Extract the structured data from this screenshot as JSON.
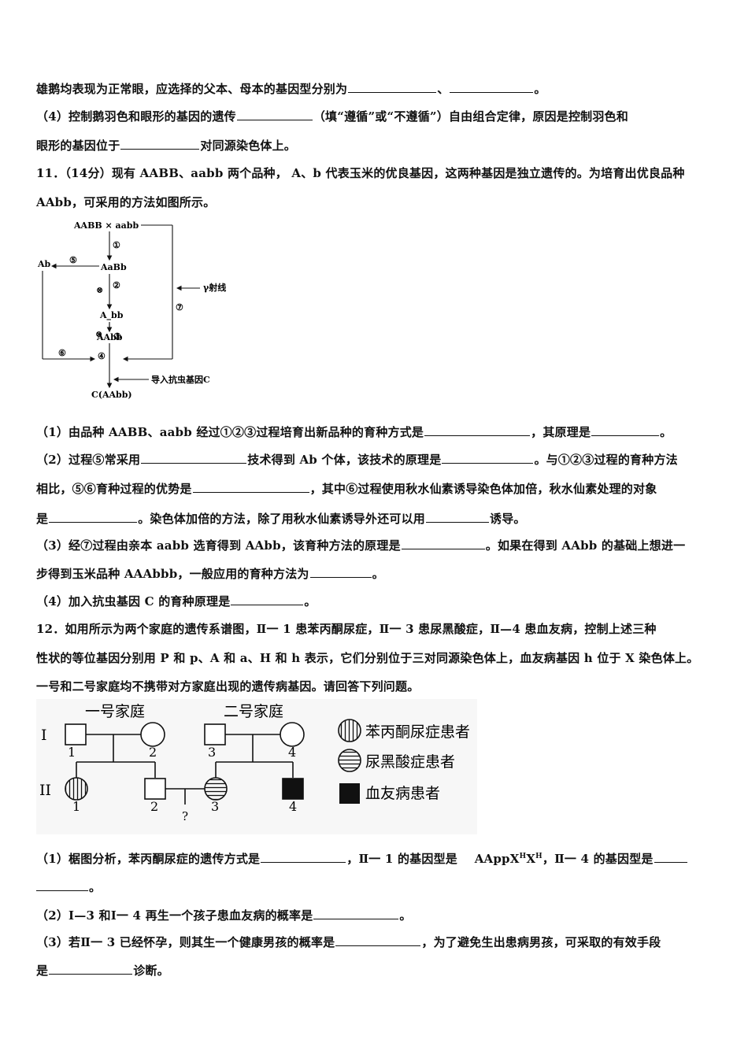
{
  "q10": {
    "l1a": "雄鹅均表现为正常眼，应选择的父本、母本的基因型分别为",
    "l1b": "、",
    "l1c": "。",
    "l2a": "（4）控制鹅羽色和眼形的基因的遗传",
    "l2b": "（填“遵循”或“不遵循”）自由组合定律，原因是控制羽色和",
    "l3a": "眼形的基因位于",
    "l3b": "对同源染色体上。"
  },
  "q11": {
    "l1": "11．（14分）现有 AABB、aabb 两个品种， A、b 代表玉米的优良基因，这两种基因是独立遗传的。为培育出优良品种",
    "l2": "AAbb，可采用的方法如图所示。",
    "diagram": {
      "top": "AABB × aabb",
      "s1": "①",
      "aabb_f1": "AaBb",
      "s2": "②",
      "a_bb": "A_bb",
      "s3": "③",
      "aabb_target": "AAbb",
      "s4": "④",
      "final": "C(AAbb)",
      "ab": "Ab",
      "s5": "⑤",
      "s6": "⑥",
      "s7": "⑦",
      "self": "⊗",
      "gamma": "γ射线",
      "inject": "导入抗虫基因C"
    },
    "q1a": "（1）由品种 AABB、aabb 经过①②③过程培育出新品种的育种方式是",
    "q1b": "，其原理是",
    "q1c": "。",
    "q2a": "（2）过程⑤常采用",
    "q2b": "技术得到 Ab 个体，该技术的原理是",
    "q2c": "。与①②③过程的育种方法",
    "q2d": "相比，⑤⑥育种过程的优势是",
    "q2e": "，其中⑥过程使用秋水仙素诱导染色体加倍，秋水仙素处理的对象",
    "q2f": "是",
    "q2g": "。染色体加倍的方法，除了用秋水仙素诱导外还可以用",
    "q2h": "诱导。",
    "q3a": "（3）经⑦过程由亲本 aabb 选育得到 AAbb，该育种方法的原理是",
    "q3b": "。如果在得到 AAbb 的基础上想进一",
    "q3c": "步得到玉米品种 AAAbbb，一般应用的育种方法为",
    "q3d": "。",
    "q4a": "（4）加入抗虫基因 C 的育种原理是",
    "q4b": "。"
  },
  "q12": {
    "l1": "12．如用所示为两个家庭的遗传系谱图，Ⅱ一 1 患苯丙酮尿症，Ⅱ一 3 患尿黑酸症，Ⅱ—4 患血友病，控制上述三种",
    "l2": "性状的等位基因分别用 P 和 p、A 和 a、H 和 h 表示，它们分别位于三对同源染色体上，血友病基因 h 位于 X 染色体上。",
    "l3": "一号和二号家庭均不携带对方家庭出现的遗传病基因。请回答下列问题。",
    "pedigree": {
      "family1": "一号家庭",
      "family2": "二号家庭",
      "gen1": "I",
      "gen2": "II",
      "n1": "1",
      "n2": "2",
      "n3": "3",
      "n4": "4",
      "q": "?",
      "legend_pku": "苯丙酮尿症患者",
      "legend_alk": "尿黑酸症患者",
      "legend_hemo": "血友病患者"
    },
    "a1a": "（1）椐图分析，苯丙酮尿症的遗传方式是",
    "a1b": "，Ⅱ一 1 的基因型是",
    "a1c": "AAppX",
    "a1sup1": "H",
    "a1x": "X",
    "a1sup2": "H",
    "a1d": "，Ⅱ一 4 的基因型是",
    "a1e": "。",
    "a2a": "（2）Ⅰ—3 和Ⅰ一 4 再生一个孩子患血友病的概率是",
    "a2b": "。",
    "a3a": "（3）若Ⅱ一 3 已经怀孕，则其生一个健康男孩的概率是",
    "a3b": "，为了避免生出患病男孩，可采取的有效手段",
    "a3c": "是",
    "a3d": "诊断。"
  }
}
